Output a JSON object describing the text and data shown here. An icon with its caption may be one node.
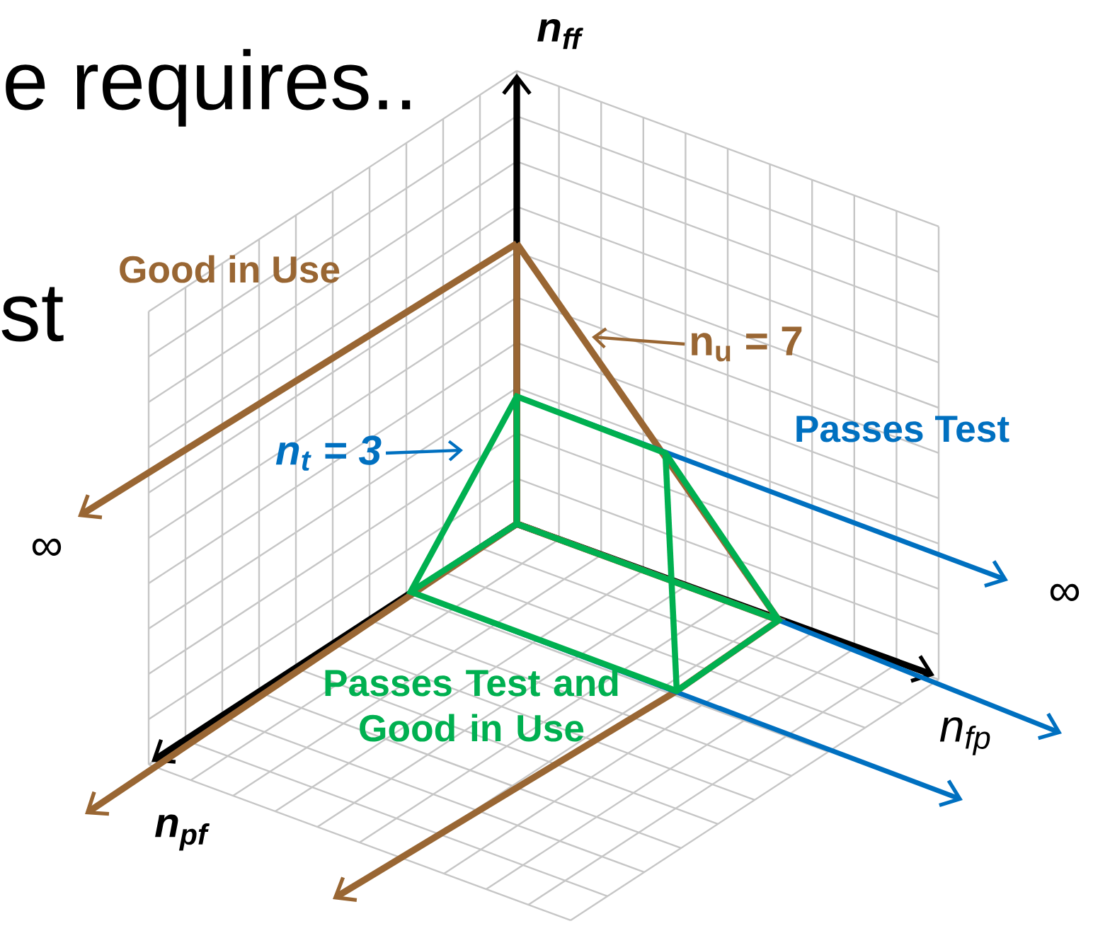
{
  "diagram": {
    "nodes": [
      {
        "text": [
          "n$_{u}$ = 7"
        ]
      },
      {
        "text": [
          "n$_{t}$ = 3"
        ]
      }
    ],
    "edges": [
      {
        "from": 0,
        "to": null,
        "arrow": "to",
        "color": "#996633"
      },
      {
        "from": 1,
        "to": null,
        "arrow": "to",
        "color": "#0070c0"
      }
    ],
    "labels": [
      "e requires..",
      "n$_{ff}$",
      "Good in Use",
      "st",
      "Passes Test",
      "∞",
      "∞",
      "Passes Test and Good in Use",
      "n$_{fp}$",
      "n$_{pf}$"
    ]
  }
}
